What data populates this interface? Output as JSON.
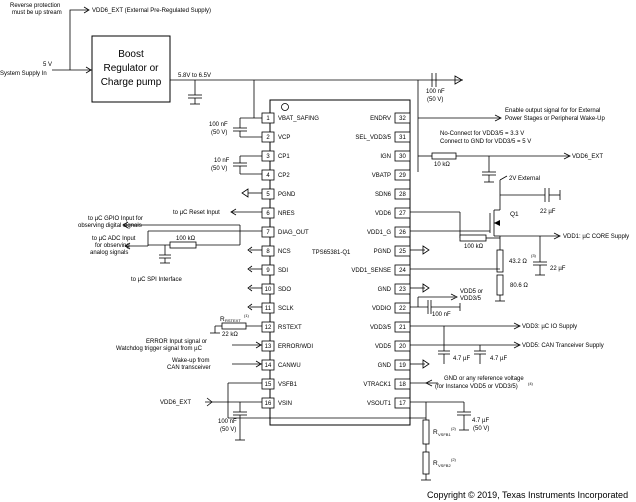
{
  "header": {
    "reverse_note_line1": "Reverse protection",
    "reverse_note_line2": "must be up stream",
    "vdd6_ext_label": "VDD6_EXT  (External Pre-Regulated Supply)",
    "supply_voltage": "5 V",
    "supply_label": "System Supply In",
    "boost_line1": "Boost",
    "boost_line2": "Regulator or",
    "boost_line3": "Charge pump",
    "boost_output": "5.8V to 6.5V"
  },
  "chip": {
    "part_number": "TPS65381-Q1",
    "left_pins": [
      {
        "num": "1",
        "name": "VBAT_SAFING"
      },
      {
        "num": "2",
        "name": "VCP"
      },
      {
        "num": "3",
        "name": "CP1"
      },
      {
        "num": "4",
        "name": "CP2"
      },
      {
        "num": "5",
        "name": "PGND"
      },
      {
        "num": "6",
        "name": "NRES"
      },
      {
        "num": "7",
        "name": "DIAG_OUT"
      },
      {
        "num": "8",
        "name": "NCS"
      },
      {
        "num": "9",
        "name": "SDI"
      },
      {
        "num": "10",
        "name": "SDO"
      },
      {
        "num": "11",
        "name": "SCLK"
      },
      {
        "num": "12",
        "name": "RSTEXT"
      },
      {
        "num": "13",
        "name": "ERROR/WDI"
      },
      {
        "num": "14",
        "name": "CANWU"
      },
      {
        "num": "15",
        "name": "VSFB1"
      },
      {
        "num": "16",
        "name": "VSIN"
      }
    ],
    "right_pins": [
      {
        "num": "32",
        "name": "ENDRV"
      },
      {
        "num": "31",
        "name": "SEL_VDD3/5"
      },
      {
        "num": "30",
        "name": "IGN"
      },
      {
        "num": "29",
        "name": "VBATP"
      },
      {
        "num": "28",
        "name": "SDN6"
      },
      {
        "num": "27",
        "name": "VDD6"
      },
      {
        "num": "26",
        "name": "VDD1_G"
      },
      {
        "num": "25",
        "name": "PGND"
      },
      {
        "num": "24",
        "name": "VDD1_SENSE"
      },
      {
        "num": "23",
        "name": "GND"
      },
      {
        "num": "22",
        "name": "VDDIO"
      },
      {
        "num": "21",
        "name": "VDD3/5"
      },
      {
        "num": "20",
        "name": "VDD5"
      },
      {
        "num": "19",
        "name": "GND"
      },
      {
        "num": "18",
        "name": "VTRACK1"
      },
      {
        "num": "17",
        "name": "VSOUT1"
      }
    ]
  },
  "components": {
    "c_top": "100 nF",
    "c_top_v": "(50 V)",
    "c_vcp": "100 nF",
    "c_vcp_v": "(50 V)",
    "c_cp": "10 nF",
    "c_cp_v": "(50 V)",
    "r_ign": "10 kΩ",
    "r_mosfet": "100 kΩ",
    "r_diag": "100 kΩ",
    "r_fb1": "43.2 Ω",
    "r_fb2": "80.6 Ω",
    "c_vdd1": "22 µF",
    "c_ext": "22 µF",
    "c_vddio": "100 nF",
    "c_vdd35": "4.7 µF",
    "c_vdd5": "4.7 µF",
    "c_vsout": "4.7 µF",
    "c_vsout_v": "(50 V)",
    "c_vsin": "100 nF",
    "c_vsin_v": "(50 V)",
    "r_rstext_main": "R",
    "r_rstext_sub": "RSTEXT",
    "r_rstext_sup": "(1)",
    "r_rstext_value": "22 kΩ",
    "r_vsfb1_main": "R",
    "r_vsfb1_sub": "VSFB1",
    "r_vsfb1_sup": "(2)",
    "r_vsfb2_main": "R",
    "r_vsfb2_sub": "VSFB2",
    "r_vsfb2_sup": "(2)",
    "vdd6_ext_right": "VDD6_EXT",
    "v2_external": "2V External",
    "q1": "Q1",
    "vdd5_or_line1": "VDD5 or",
    "vdd5_or_line2": "VDD3/5",
    "vdd6_ext_bottom": "VDD6_EXT",
    "fb_sup": "(3)"
  },
  "annotations": {
    "enable_line1": "Enable output signal for for External",
    "enable_line2": "Power Stages or Peripheral Wake-Up",
    "noconnect_line1": "No-Connect for VDD3/5 = 3.3 V",
    "noconnect_line2": "Connect to GND for VDD3/5 = 5 V",
    "vdd1_core": "VDD1: µC CORE Supply",
    "vdd3_io": "VDD3: µC IO Supply",
    "vdd5_can": "VDD5: CAN Tranceiver Supply",
    "gnd_ref_line1": "GND or any reference voltage",
    "gnd_ref_line2": "(for Instance VDD5 or VDD3/5)",
    "gnd_ref_sup": "(4)",
    "reset_input": "to µC Reset Input",
    "gpio_line1": "to µC GPIO Input for",
    "gpio_line2": "observing digital signals",
    "adc_line1": "to µC ADC Input",
    "adc_line2": "for observing",
    "adc_line3": "analog signals",
    "spi": "to µC SPI Interface",
    "error_line1": "ERROR Input signal or",
    "error_line2": "Watchdog trigger signal from µC",
    "wakeup_line1": "Wake-up from",
    "wakeup_line2": "CAN transceiver"
  },
  "footer": {
    "copyright": "Copyright © 2019, Texas Instruments Incorporated"
  }
}
